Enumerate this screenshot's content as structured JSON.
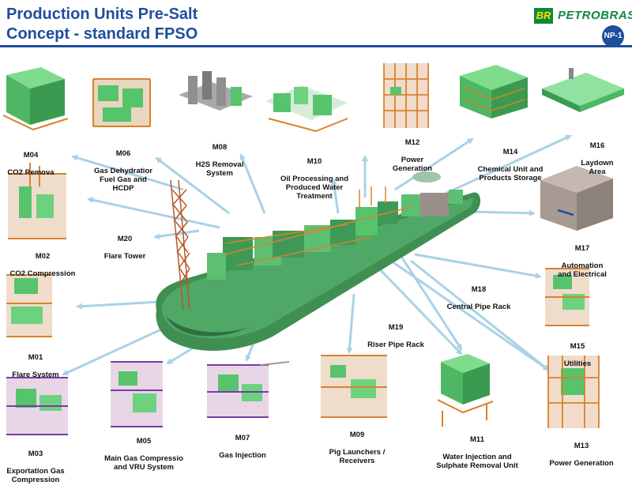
{
  "header": {
    "title_line1": "Production Units Pre-Salt",
    "title_line2": "Concept - standard FPSO",
    "logo_mark": "BR",
    "logo_name": "PETROBRAS",
    "badge": "NP-1"
  },
  "modules": [
    {
      "code": "M04",
      "name": "CO2 Remova"
    },
    {
      "code": "M06",
      "name": "Gas Dehydratior\nFuel Gas and\nHCDP"
    },
    {
      "code": "M08",
      "name": "H2S Removal\nSystem"
    },
    {
      "code": "M10",
      "name": "Oil Processing and\nProduced Water\nTreatment"
    },
    {
      "code": "M12",
      "name": "Power\nGeneration"
    },
    {
      "code": "M14",
      "name": "Chemical Unit and\nProducts Storage"
    },
    {
      "code": "M16",
      "name": "Laydown\nArea"
    },
    {
      "code": "M02",
      "name": "CO2 Compression"
    },
    {
      "code": "M20",
      "name": "Flare Tower"
    },
    {
      "code": "M17",
      "name": "Automation\nand Electrical"
    },
    {
      "code": "M18",
      "name": "Central Pipe Rack"
    },
    {
      "code": "M01",
      "name": "Flare System"
    },
    {
      "code": "M19",
      "name": "Riser Pipe Rack"
    },
    {
      "code": "M15",
      "name": "Utilities"
    },
    {
      "code": "M03",
      "name": "Exportation Gas\nCompression"
    },
    {
      "code": "M05",
      "name": "Main Gas Compressio\nand VRU System"
    },
    {
      "code": "M07",
      "name": "Gas Injection"
    },
    {
      "code": "M09",
      "name": "Pig Launchers /\nReceivers"
    },
    {
      "code": "M11",
      "name": "Water Injection and\nSulphate Removal Unit"
    },
    {
      "code": "M13",
      "name": "Power Generation"
    }
  ],
  "colors": {
    "title": "#1f4e9c",
    "module_green": "#56c46c",
    "hull_green": "#3f8f52",
    "structure_orange": "#d9822b",
    "arrow": "#a9d2e6",
    "petrobras_green": "#0f8a3c",
    "petrobras_yellow": "#ffde00"
  }
}
